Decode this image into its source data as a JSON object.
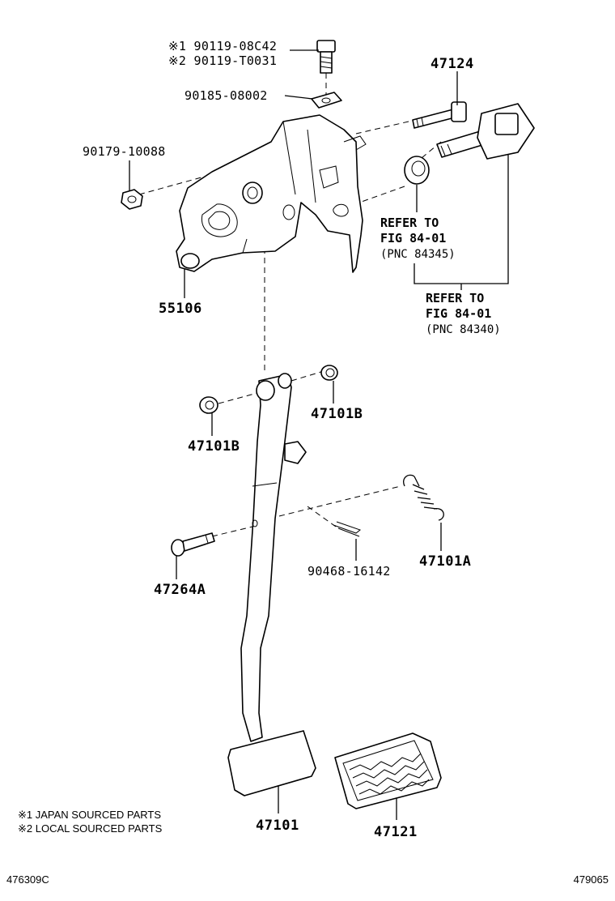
{
  "labels": {
    "bolt_japan": "※1 90119-08C42",
    "bolt_local": "※2 90119-T0031",
    "nut_plate": "90185-08002",
    "switch_bolt": "47124",
    "nut": "90179-10088",
    "bracket": "55106",
    "ref1_line1": "REFER TO",
    "ref1_line2": "FIG 84-01",
    "ref1_line3": "(PNC 84345)",
    "ref2_line1": "REFER TO",
    "ref2_line2": "FIG 84-01",
    "ref2_line3": "(PNC 84340)",
    "bushing_right": "47101B",
    "bushing_left": "47101B",
    "spring": "47101A",
    "clip": "90468-16142",
    "pin": "47264A",
    "pedal": "47101",
    "pad": "47121"
  },
  "notes": {
    "note1": "※1 JAPAN SOURCED PARTS",
    "note2": "※2 LOCAL SOURCED PARTS"
  },
  "corner": {
    "left_code": "476309C",
    "right_code": "479065"
  }
}
